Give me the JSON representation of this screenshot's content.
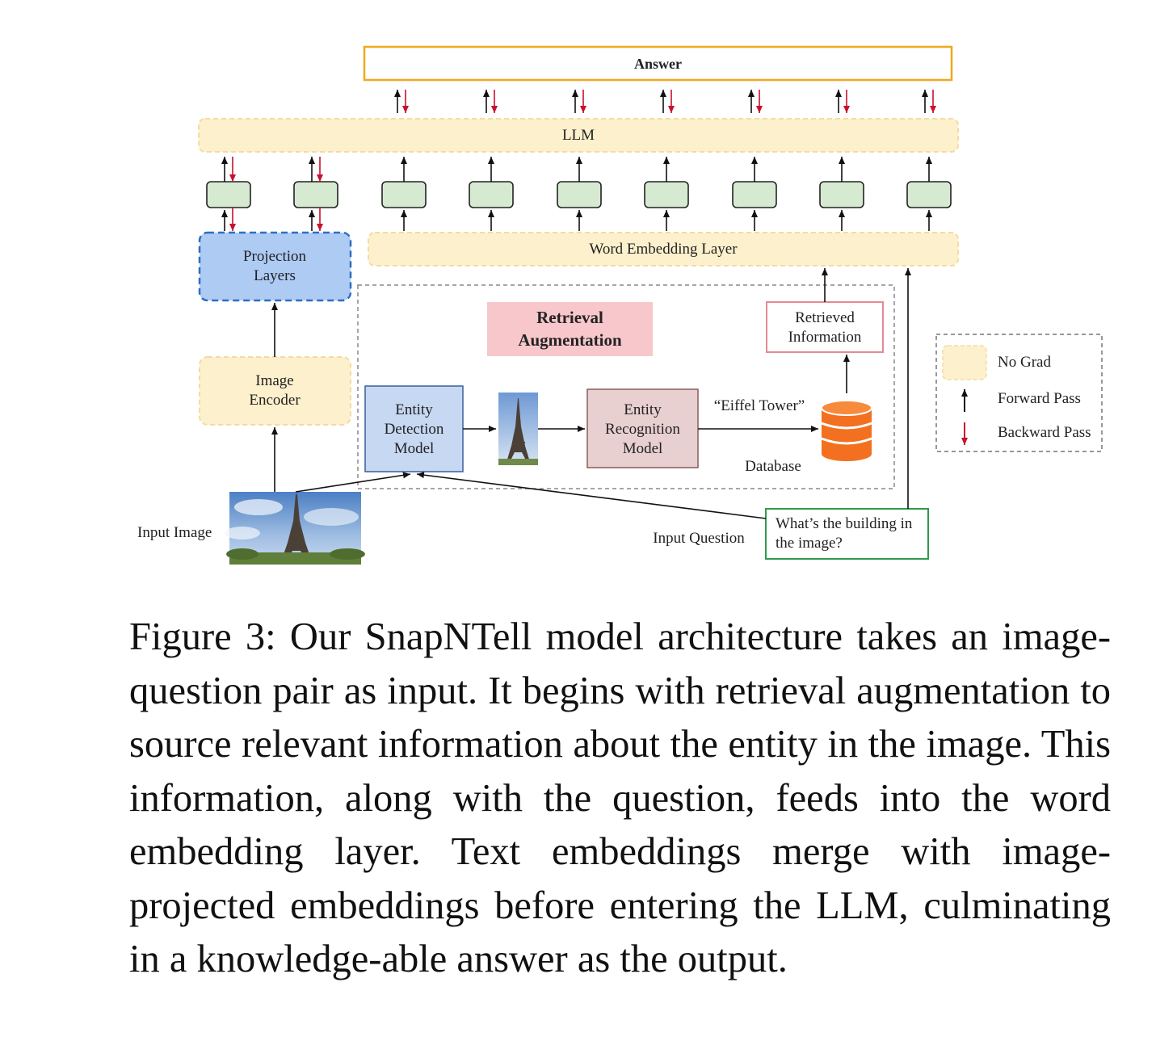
{
  "diagram": {
    "answer_label": "Answer",
    "llm_label": "LLM",
    "word_embedding_label": "Word Embedding Layer",
    "projection_label": "Projection Layers",
    "image_encoder_label": "Image Encoder",
    "retrieval_label": "Retrieval Augmentation",
    "retrieved_info_label": "Retrieved Information",
    "entity_detection_label": "Entity Detection Model",
    "entity_recognition_label": "Entity Recognition Model",
    "eiffel_label": "“Eiffel Tower”",
    "database_label": "Database",
    "input_image_label": "Input Image",
    "input_question_label": "Input Question",
    "question_text": "What’s the building in the image?",
    "legend": {
      "no_grad": "No Grad",
      "forward": "Forward Pass",
      "backward": "Backward Pass"
    },
    "colors": {
      "no_grad_fill": "#fdf0cc",
      "no_grad_border": "#f3dca3",
      "answer_border": "#f0a81e",
      "adapter_fill": "#d6ead2",
      "projection_fill": "#aecbf4",
      "projection_border": "#2f6fc0",
      "retrieval_fill": "#f8c7cb",
      "retrieved_border": "#e58a93",
      "detection_fill": "#c6d8f2",
      "recognition_fill": "#e8cfd0",
      "question_border": "#2f9a4c",
      "database_color": "#f2701f",
      "backward_arrow": "#c8102e"
    }
  },
  "caption": "Figure 3: Our SnapNTell model architecture takes an image-question pair as input. It begins with retrieval augmentation to source relevant information about the entity in the image. This information, along with the question, feeds into the word embedding layer. Text embeddings merge with image-projected embeddings before entering the LLM, culminating in a knowledge-able answer as the output."
}
